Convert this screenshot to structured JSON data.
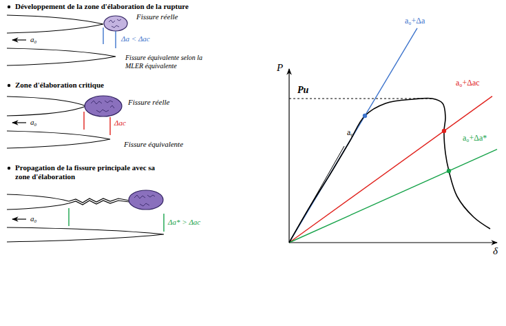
{
  "diagram": {
    "labels": [
      "Développement de la zone d'élaboration de la rupture",
      "Fissure réelle",
      "a₀",
      "Δa < Δac",
      "Fissure équivalente selon la MLER équivalente",
      "Zone d'élaboration critique",
      "Fissure réelle",
      "a₀",
      "Δac",
      "Fissure équivalente",
      "Propagation de la fissure principale avec sa zone d'élaboration",
      "a₀",
      "Δa* > Δac",
      "P",
      "Pu",
      "δ",
      "a₀",
      "a₀+Δa",
      "a₀+Δac",
      "a₀+Δa*"
    ]
  }
}
